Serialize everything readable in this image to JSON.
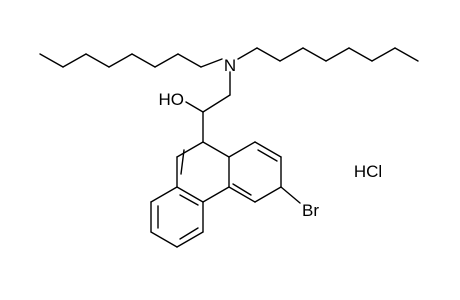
{
  "labels": {
    "nitrogen": "N",
    "hydroxyl": "HO",
    "bromine": "Br",
    "salt": "HCl"
  }
}
